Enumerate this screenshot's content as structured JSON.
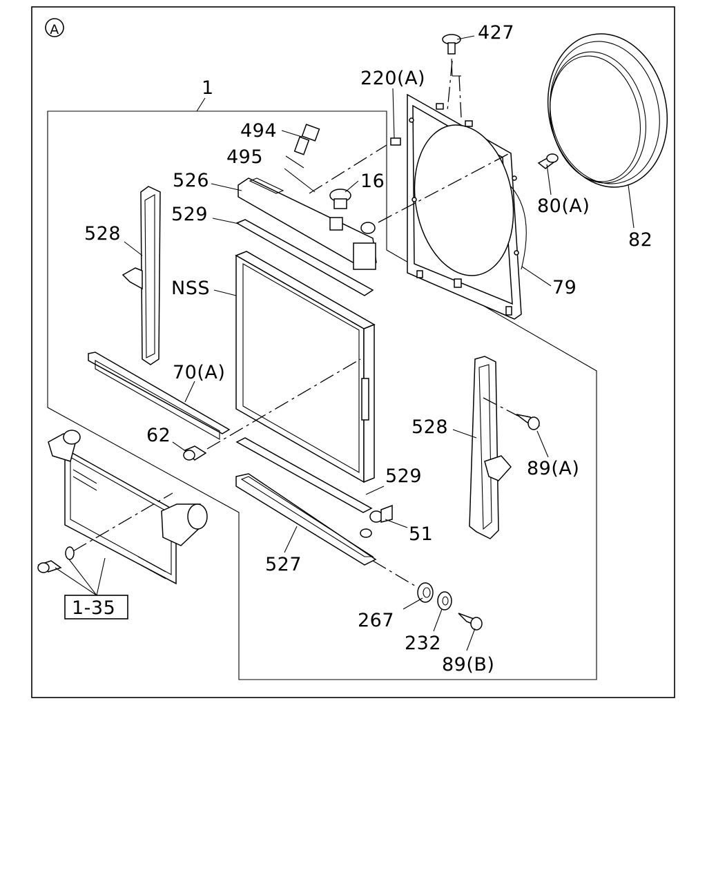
{
  "view_marker": "A",
  "labels": {
    "p1": "1",
    "p427": "427",
    "p220a": "220(A)",
    "p494": "494",
    "p495": "495",
    "p526": "526",
    "p16": "16",
    "p80a": "80(A)",
    "p82": "82",
    "p529_top": "529",
    "p528_left": "528",
    "pNSS": "NSS",
    "p79": "79",
    "p70a": "70(A)",
    "p62": "62",
    "p528_right": "528",
    "p89a": "89(A)",
    "p529_bottom": "529",
    "p51": "51",
    "p527": "527",
    "p135": "1-35",
    "p267": "267",
    "p232": "232",
    "p89b": "89(B)"
  }
}
